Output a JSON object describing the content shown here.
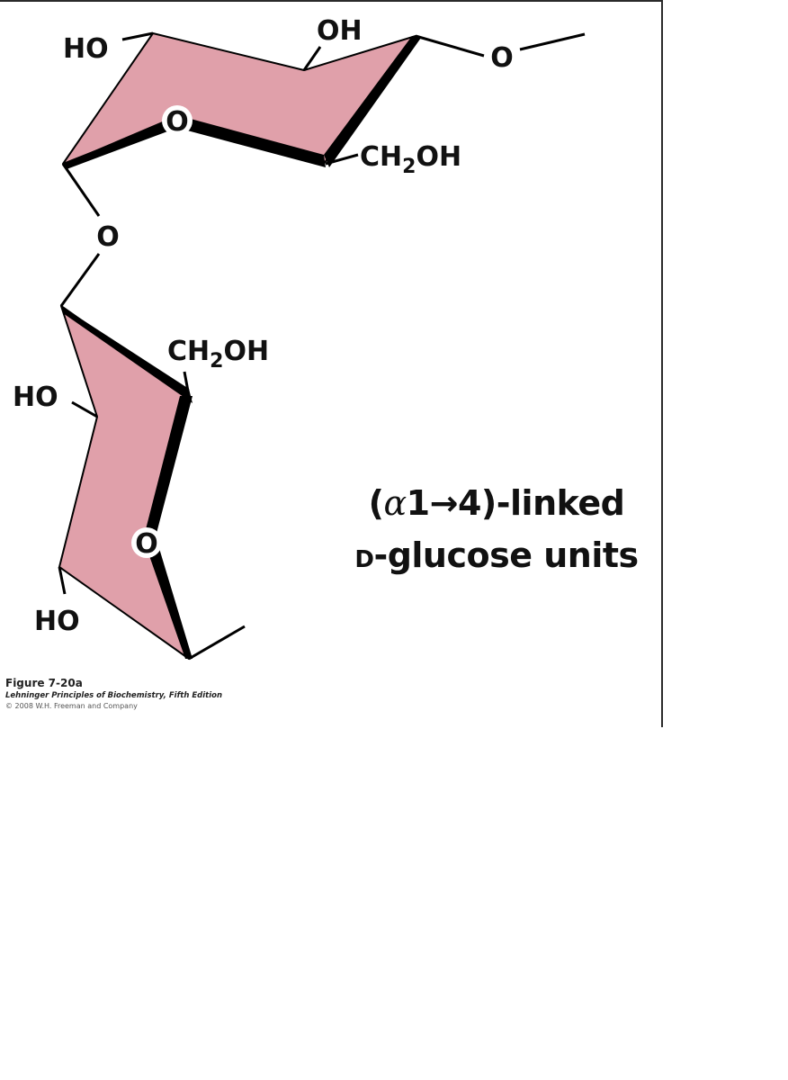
{
  "figure": {
    "title_line1_prefix": "(",
    "title_alpha": "α",
    "title_line1_suffix": "1→4)-linked",
    "title_line2_prefix": "D",
    "title_line2_suffix": "-glucose units",
    "caption": {
      "figure_number": "Figure 7-20a",
      "book": "Lehninger Principles of Biochemistry, Fifth Edition",
      "copyright": "© 2008 W.H. Freeman and Company"
    }
  },
  "molecule": {
    "ring_fill_color": "#e0a0aa",
    "bond_color": "#000000",
    "top_ring": {
      "labels": {
        "ho": "HO",
        "oh": "OH",
        "ring_oxygen": "O",
        "glycosidic_oxygen_right": "O",
        "ch2oh_main": "CH",
        "ch2oh_sub": "2",
        "ch2oh_end": "OH"
      }
    },
    "linkage_oxygen": "O",
    "bottom_ring": {
      "labels": {
        "ho_upper": "HO",
        "ho_lower": "HO",
        "ring_oxygen": "O",
        "ch2oh_main": "CH",
        "ch2oh_sub": "2",
        "ch2oh_end": "OH"
      }
    }
  }
}
